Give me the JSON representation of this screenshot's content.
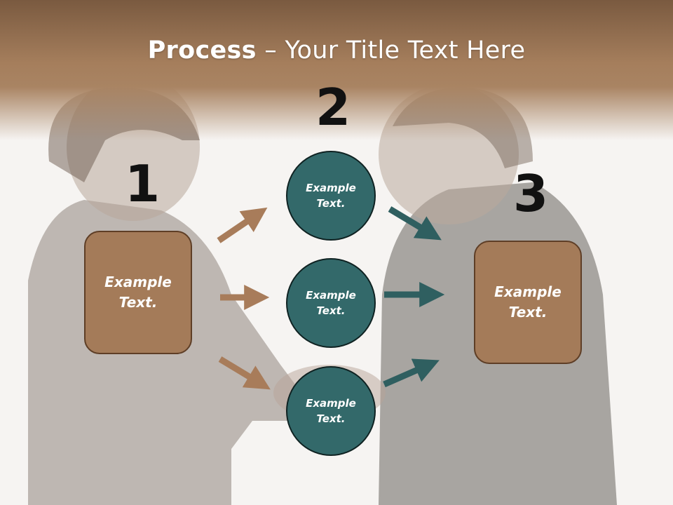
{
  "title": {
    "bold": "Process",
    "rest": " – Your Title Text Here"
  },
  "steps": {
    "one": "1",
    "two": "2",
    "three": "3"
  },
  "left_box": {
    "label": "Example\nText."
  },
  "right_box": {
    "label": "Example\nText."
  },
  "circles": [
    {
      "label": "Example\nText."
    },
    {
      "label": "Example\nText."
    },
    {
      "label": "Example\nText."
    }
  ],
  "colors": {
    "brown_box": "#a47b59",
    "teal_circle": "#33696a",
    "brown_arrow": "#a87c5a",
    "teal_arrow": "#2f5f60"
  }
}
